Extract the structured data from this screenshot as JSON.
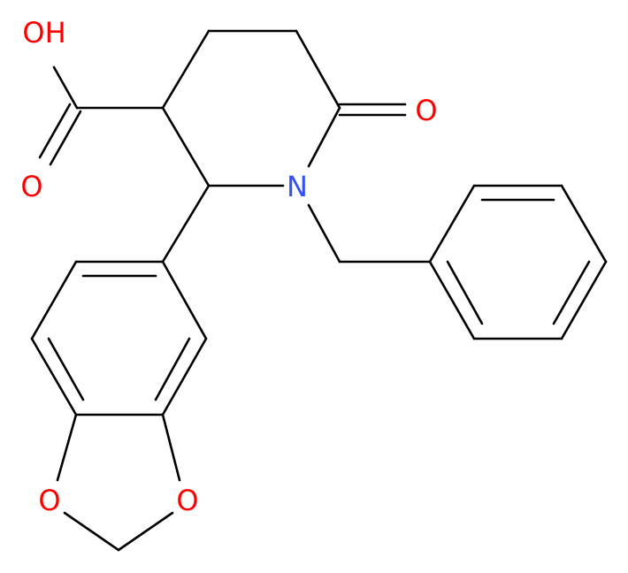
{
  "molecule": {
    "colors": {
      "bond": "#000000",
      "oxygen": "#ff0000",
      "nitrogen": "#3050f8",
      "background": "#ffffff"
    },
    "atoms": [
      {
        "id": "hydroxyl_o",
        "label": "OH",
        "element": "O"
      },
      {
        "id": "carbonyl_o_acid",
        "label": "O",
        "element": "O"
      },
      {
        "id": "carbonyl_o_ring",
        "label": "O",
        "element": "O"
      },
      {
        "id": "ring_n",
        "label": "N",
        "element": "N"
      },
      {
        "id": "dioxole_o_left",
        "label": "O",
        "element": "O"
      },
      {
        "id": "dioxole_o_right",
        "label": "O",
        "element": "O"
      }
    ]
  }
}
